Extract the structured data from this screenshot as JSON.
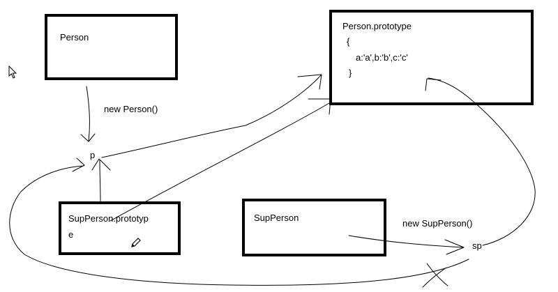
{
  "nodes": {
    "person": {
      "label": "Person"
    },
    "person_prototype": {
      "label": "Person.prototype",
      "open_brace": "{",
      "content": "a:'a',b:'b',c:'c'",
      "close_brace": "}"
    },
    "suppersonproto": {
      "label_line1": "SupPerson.prototyp",
      "label_line2": "e"
    },
    "supperson": {
      "label": "SupPerson"
    },
    "p": {
      "label": "p"
    },
    "sp": {
      "label": "sp"
    }
  },
  "edges": {
    "new_person": {
      "label": "new Person()"
    },
    "new_supperson": {
      "label": "new SupPerson()"
    }
  },
  "icons": {
    "cursor": "cursor-arrow-icon",
    "pencil": "pencil-icon"
  }
}
